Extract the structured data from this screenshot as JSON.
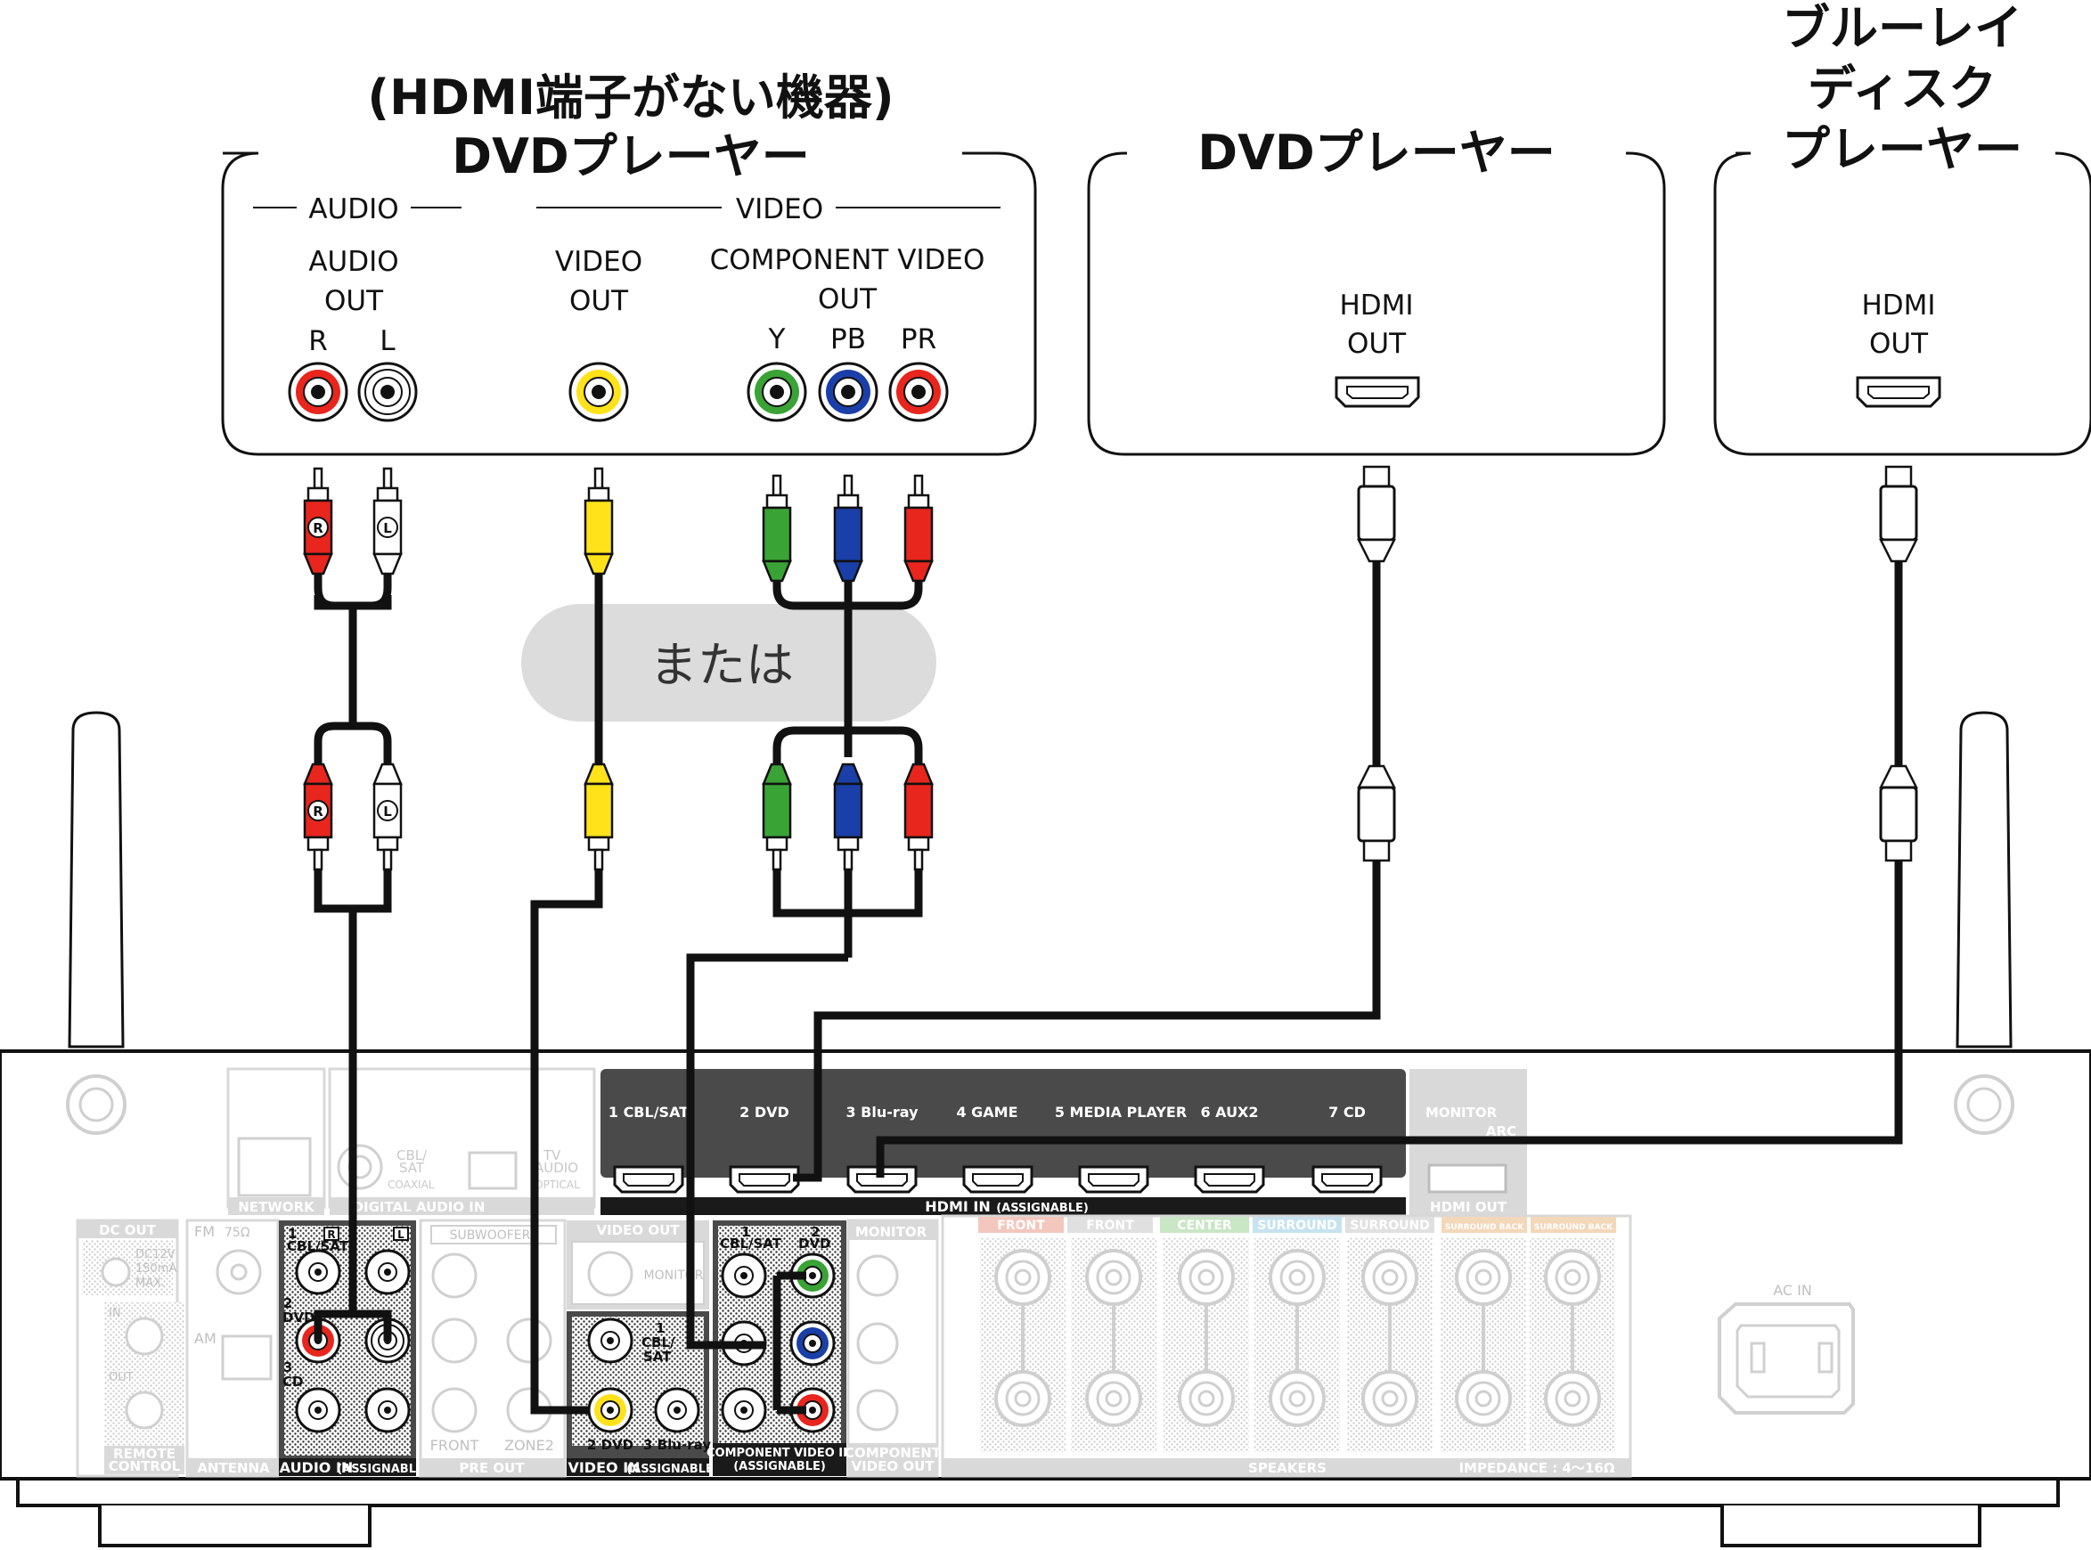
{
  "devices": {
    "dvd_analog": {
      "title_line1": "(HDMI端子がない機器)",
      "title_line2": "DVDプレーヤー",
      "group_audio": "AUDIO",
      "group_video": "VIDEO",
      "audio_out_line1": "AUDIO",
      "audio_out_line2": "OUT",
      "audio_r": "R",
      "audio_l": "L",
      "video_out_line1": "VIDEO",
      "video_out_line2": "OUT",
      "component_line1": "COMPONENT VIDEO",
      "component_line2": "OUT",
      "comp_y": "Y",
      "comp_pb": "PB",
      "comp_pr": "PR"
    },
    "dvd_hdmi": {
      "title": "DVDプレーヤー",
      "port_line1": "HDMI",
      "port_line2": "OUT"
    },
    "bluray": {
      "title_line1": "ブルーレイ",
      "title_line2": "ディスク",
      "title_line3": "プレーヤー",
      "port_line1": "HDMI",
      "port_line2": "OUT"
    }
  },
  "or_label": "または",
  "plug_letters": {
    "right": "R",
    "left": "L"
  },
  "receiver": {
    "hdmi_in_ports": [
      "1 CBL/SAT",
      "2 DVD",
      "3 Blu-ray",
      "4 GAME",
      "5 MEDIA PLAYER",
      "6 AUX2",
      "7 CD"
    ],
    "hdmi_in_label": "HDMI IN",
    "assignable": "(ASSIGNABLE)",
    "monitor": "MONITOR",
    "arc": "ARC",
    "hdmi_out_label": "HDMI OUT",
    "network": "NETWORK",
    "digital_audio_in": "DIGITAL AUDIO IN",
    "coax_label_1": "CBL/",
    "coax_label_2": "SAT",
    "coaxial": "COAXIAL",
    "optical_label_1": "TV",
    "optical_label_2": "AUDIO",
    "optical": "OPTICAL",
    "dc_out": "DC OUT",
    "dc_spec_1": "DC12V",
    "dc_spec_2": "150mA",
    "dc_spec_3": "MAX.",
    "fm": "FM",
    "fm_ohm": "75Ω",
    "am": "AM",
    "antenna": "ANTENNA",
    "remote_in": "IN",
    "remote_out": "OUT",
    "remote_control_1": "REMOTE",
    "remote_control_2": "CONTROL",
    "audio_in_rows": [
      "1\nCBL/SAT",
      "2\nDVD",
      "3\nCD"
    ],
    "audio_in_row1": "CBL/SAT",
    "audio_in_row2": "DVD",
    "audio_in_row3": "CD",
    "audio_in_label": "AUDIO IN",
    "subwoofer": "SUBWOOFER",
    "front": "FRONT",
    "zone2": "ZONE2",
    "pre_out": "PRE OUT",
    "video_out": "VIDEO OUT",
    "monitor_short": "MONITOR",
    "video_in_1": "CBL/\nSAT",
    "video_in_2": "2 DVD",
    "video_in_3": "3 Blu-ray",
    "video_in_label": "VIDEO IN",
    "comp_in_1": "CBL/SAT",
    "comp_in_2": "DVD",
    "comp_in_label": "COMPONENT VIDEO IN",
    "comp_out_monitor": "MONITOR",
    "comp_out_label_1": "COMPONENT",
    "comp_out_label_2": "VIDEO OUT",
    "speaker_groups": [
      "FRONT",
      "FRONT",
      "CENTER",
      "SURROUND",
      "SURROUND",
      "SURROUND BACK",
      "SURROUND BACK"
    ],
    "speakers": "SPEAKERS",
    "impedance": "IMPEDANCE : 4〜16Ω",
    "ac_in": "AC IN"
  },
  "colors": {
    "red": "#e8261d",
    "white": "#ffffff",
    "yellow": "#ffe21a",
    "green": "#3aa336",
    "blue": "#1a3fa8",
    "panel_dark": "#4a4a4a",
    "panel_faint": "#d9d9d9",
    "or_bubble": "#dcdcdc"
  }
}
